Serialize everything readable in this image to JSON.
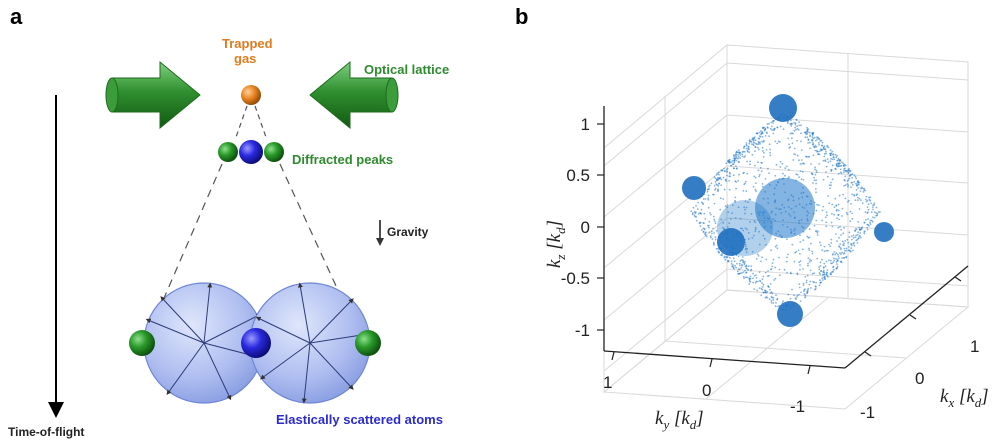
{
  "panels": {
    "a": {
      "label": "a",
      "trapped_gas_line1": "Trapped",
      "trapped_gas_line2": "gas",
      "optical_lattice": "Optical lattice",
      "diffracted_peaks": "Diffracted peaks",
      "gravity": "Gravity",
      "time_of_flight": "Time-of-flight",
      "elastically_scattered": "Elastically scattered atoms"
    },
    "b": {
      "label": "b",
      "z_ticks": [
        "1",
        "0.5",
        "0",
        "-0.5",
        "-1"
      ],
      "y_ticks": [
        "1",
        "0",
        "-1"
      ],
      "x_ticks": [
        "1",
        "0",
        "-1"
      ],
      "z_axis": {
        "main": "k",
        "sub": "z",
        "unit_open": " [k",
        "unit_sub": "d",
        "unit_close": "]"
      },
      "y_axis": {
        "main": "k",
        "sub": "y",
        "unit_open": " [k",
        "unit_sub": "d",
        "unit_close": "]"
      },
      "x_axis": {
        "main": "k",
        "sub": "x",
        "unit_open": " [k",
        "unit_sub": "d",
        "unit_close": "]"
      }
    }
  },
  "colors": {
    "green_arrow": "#2f8f2f",
    "orange_atom": "#e07b1f",
    "green_atom": "#1f7a1f",
    "blue_atom": "#2222cc",
    "halo": "#9fb3ee",
    "cloud": "#1f77c8"
  }
}
